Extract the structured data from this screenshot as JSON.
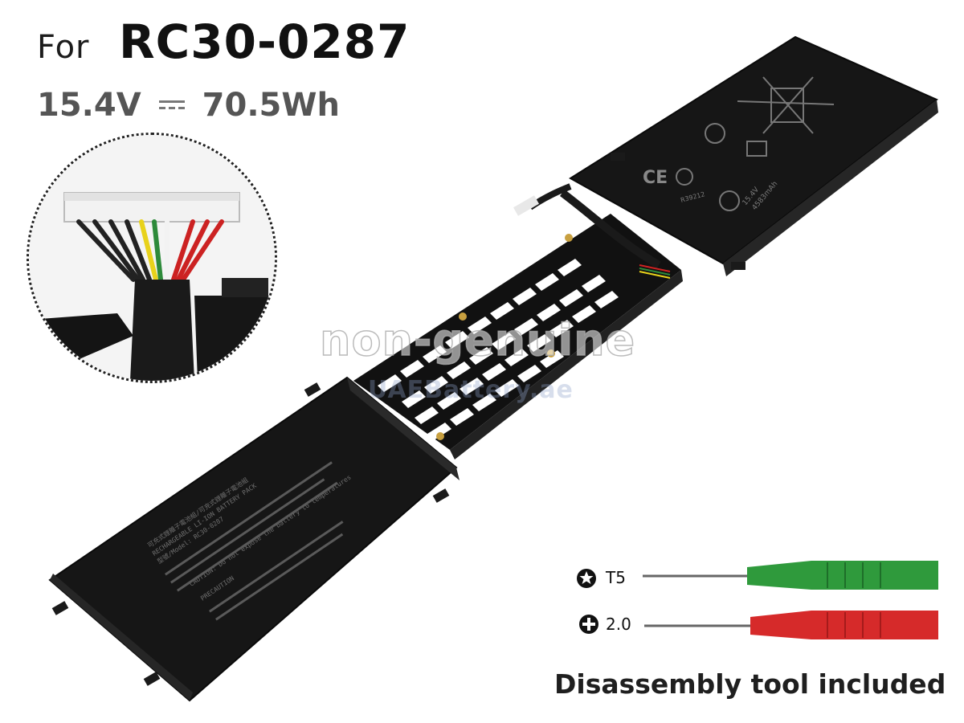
{
  "title": {
    "prefix": "For",
    "model": "RC30-0287"
  },
  "specs": {
    "voltage": "15.4V",
    "capacity": "70.5Wh"
  },
  "watermark": {
    "line1": "non-genuine",
    "line2": "UAEBattery.ae"
  },
  "battery_label": {
    "lines": [
      "可充式鋰離子電池組/可充式鋰離子電池組",
      "RECHARGEABLE LI-ION BATTERY PACK",
      "型號/Model: RC30-0287",
      "CAUTION: Do not expose the battery to temperatures",
      "PRECAUTION"
    ],
    "right_panel": [
      "15.4V",
      "4583mAh",
      "R39212"
    ]
  },
  "tools": [
    {
      "icon": "torx-icon",
      "label": "T5",
      "handle_color": "#2f9a3c"
    },
    {
      "icon": "phillips-icon",
      "label": "2.0",
      "handle_color": "#d62a2a"
    }
  ],
  "footer": {
    "caption": "Disassembly tool included"
  },
  "colors": {
    "battery_body": "#1b1b1b",
    "connector_wires": [
      "#222222",
      "#222222",
      "#e8d21b",
      "#2d8a3a",
      "#f2f2f2",
      "#cc2222",
      "#cc2222"
    ]
  }
}
